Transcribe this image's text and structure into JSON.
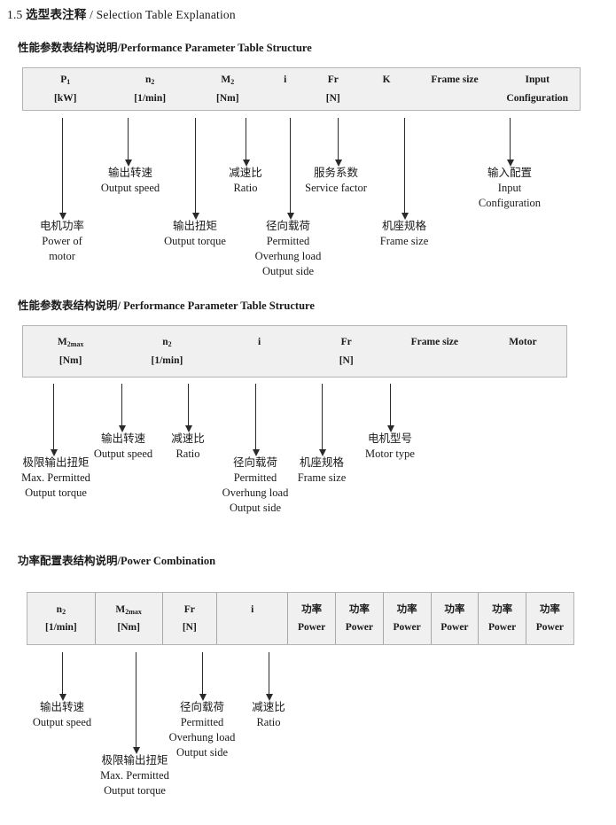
{
  "doc": {
    "number": "1.5",
    "title_cn": "选型表注释",
    "separator": "/",
    "title_en": "Selection Table Explanation"
  },
  "sections": [
    {
      "id": "performance-1",
      "heading_cn": "性能参数表结构说明",
      "heading_en": "/Performance Parameter Table Structure",
      "columns": [
        {
          "symbol": "P",
          "sub": "1",
          "unit": "[kW]"
        },
        {
          "symbol": "n",
          "sub": "2",
          "unit": "[1/min]"
        },
        {
          "symbol": "M",
          "sub": "2",
          "unit": "[Nm]"
        },
        {
          "symbol": "i",
          "sub": "",
          "unit": ""
        },
        {
          "symbol": "Fr",
          "sub": "",
          "unit": "[N]"
        },
        {
          "symbol": "K",
          "sub": "",
          "unit": ""
        },
        {
          "symbol": "Frame size",
          "sub": "",
          "unit": ""
        },
        {
          "symbol": "Input",
          "sub": "",
          "unit": "Configuration"
        }
      ],
      "notes": [
        {
          "cn": "电机功率",
          "en": [
            "Power of",
            "motor"
          ]
        },
        {
          "cn": "输出转速",
          "en": [
            "Output speed"
          ]
        },
        {
          "cn": "输出扭矩",
          "en": [
            "Output torque"
          ]
        },
        {
          "cn": "减速比",
          "en": [
            "Ratio"
          ]
        },
        {
          "cn": "径向载荷",
          "en": [
            "Permitted",
            "Overhung load",
            "Output side"
          ]
        },
        {
          "cn": "服务系数",
          "en": [
            "Service factor"
          ]
        },
        {
          "cn": "机座规格",
          "en": [
            "Frame size"
          ]
        },
        {
          "cn": "输入配置",
          "en": [
            "Input",
            "Configuration"
          ]
        }
      ]
    },
    {
      "id": "performance-2",
      "heading_cn": "性能参数表结构说明",
      "heading_en": "/ Performance Parameter Table Structure",
      "columns": [
        {
          "symbol": "M",
          "sub": "2max",
          "unit": "[Nm]"
        },
        {
          "symbol": "n",
          "sub": "2",
          "unit": "[1/min]"
        },
        {
          "symbol": "i",
          "sub": "",
          "unit": ""
        },
        {
          "symbol": "Fr",
          "sub": "",
          "unit": "[N]"
        },
        {
          "symbol": "Frame size",
          "sub": "",
          "unit": ""
        },
        {
          "symbol": "Motor",
          "sub": "",
          "unit": ""
        }
      ],
      "notes": [
        {
          "cn": "极限输出扭矩",
          "en": [
            "Max. Permitted",
            "Output  torque"
          ]
        },
        {
          "cn": "输出转速",
          "en": [
            "Output speed"
          ]
        },
        {
          "cn": "减速比",
          "en": [
            "Ratio"
          ]
        },
        {
          "cn": "径向载荷",
          "en": [
            "Permitted",
            "Overhung load",
            "Output side"
          ]
        },
        {
          "cn": "机座规格",
          "en": [
            "Frame size"
          ]
        },
        {
          "cn": "电机型号",
          "en": [
            "Motor type"
          ]
        }
      ]
    },
    {
      "id": "power-combination",
      "heading_cn": "功率配置表结构说明",
      "heading_en": "/Power Combination",
      "columns": [
        {
          "symbol": "n",
          "sub": "2",
          "unit": "[1/min]"
        },
        {
          "symbol": "M",
          "sub": "2max",
          "unit": "[Nm]"
        },
        {
          "symbol": "Fr",
          "sub": "",
          "unit": "[N]"
        },
        {
          "symbol": "i",
          "sub": "",
          "unit": ""
        },
        {
          "symbol": "功率",
          "sub": "",
          "unit": "Power"
        },
        {
          "symbol": "功率",
          "sub": "",
          "unit": "Power"
        },
        {
          "symbol": "功率",
          "sub": "",
          "unit": "Power"
        },
        {
          "symbol": "功率",
          "sub": "",
          "unit": "Power"
        },
        {
          "symbol": "功率",
          "sub": "",
          "unit": "Power"
        },
        {
          "symbol": "功率",
          "sub": "",
          "unit": "Power"
        }
      ],
      "notes": [
        {
          "cn": "输出转速",
          "en": [
            "Output speed"
          ]
        },
        {
          "cn": "极限输出扭矩",
          "en": [
            "Max. Permitted",
            "Output  torque"
          ]
        },
        {
          "cn": "径向载荷",
          "en": [
            "Permitted",
            "Overhung load",
            "Output side"
          ]
        },
        {
          "cn": "减速比",
          "en": [
            "Ratio"
          ]
        }
      ]
    }
  ],
  "colors": {
    "table_fill": "#f0f0f0",
    "table_border": "#b4b4b4",
    "ink": "#1a1a1a"
  }
}
